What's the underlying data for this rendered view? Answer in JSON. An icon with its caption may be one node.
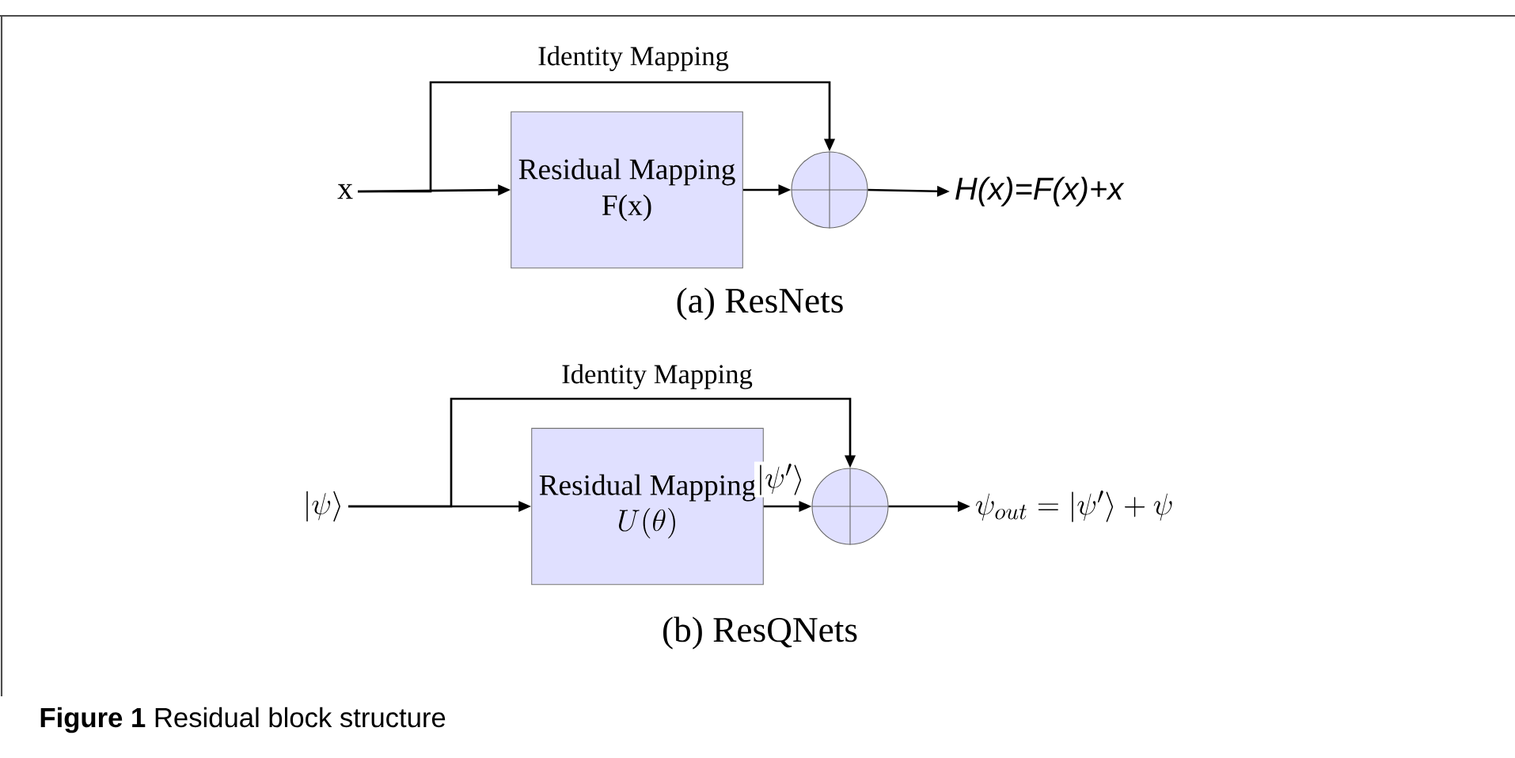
{
  "diagram": {
    "caption": "**Figure 1** Residual block structure",
    "nodes": [
      {
        "text": [
          "x"
        ]
      },
      {
        "text": [
          "Residual Mapping",
          "F(x)"
        ]
      },
      {
        "text": [],
        "shape": "circle"
      },
      {
        "text": [
          "H(x)=F(x)+x"
        ]
      },
      {
        "text": [
          "|\\psi\\rangle"
        ]
      },
      {
        "text": [
          "Residual Mapping",
          "U(\\theta)"
        ]
      },
      {
        "text": [],
        "shape": "circle"
      },
      {
        "text": [
          "\\psi_{out} = |\\psi'\\rangle + \\psi"
        ]
      }
    ],
    "edges": [
      {
        "from": 0,
        "to": 1,
        "arrow": "to"
      },
      {
        "from": 0,
        "to": 2,
        "arrow": "to",
        "label": "Identity Mapping"
      },
      {
        "from": 1,
        "to": 2,
        "arrow": "to"
      },
      {
        "from": 2,
        "to": 3,
        "arrow": "to"
      },
      {
        "from": 4,
        "to": 5,
        "arrow": "to"
      },
      {
        "from": 4,
        "to": 6,
        "arrow": "to",
        "label": "Identity Mapping"
      },
      {
        "from": 5,
        "to": 6,
        "arrow": "to",
        "label": "|\\psi'\\rangle"
      },
      {
        "from": 6,
        "to": 7,
        "arrow": "to"
      }
    ],
    "labels": [
      "(a) ResNets",
      "(b) ResQNets"
    ]
  }
}
